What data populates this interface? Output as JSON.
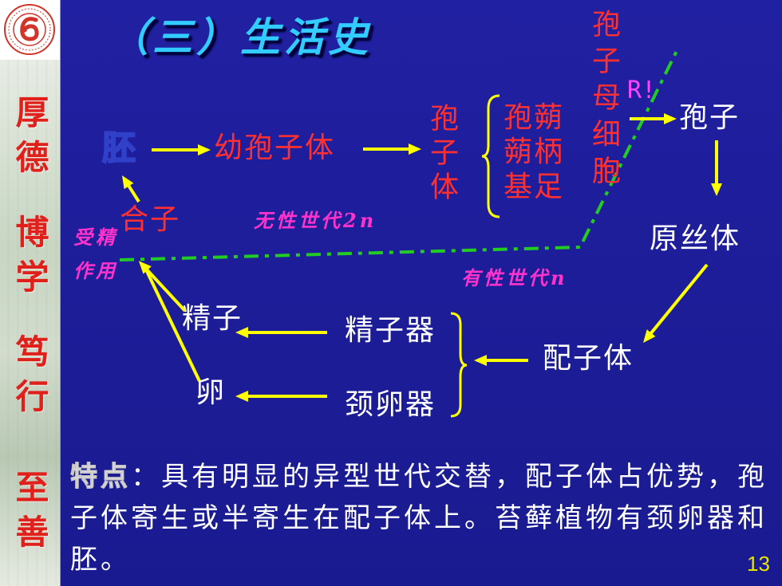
{
  "slide": {
    "title": "（三）生活史",
    "page_number": "13"
  },
  "sidebar": {
    "logo_icon": "university-logo-icon",
    "motto_pairs": [
      "厚德",
      "博学",
      "笃行",
      "至善"
    ]
  },
  "diagram": {
    "embryo": "胚",
    "young_sporophyte": "幼孢子体",
    "sporophyte": "孢子体",
    "sporophyte_parts": [
      "孢蒴",
      "蒴柄",
      "基足"
    ],
    "spore_mother_cell": "孢子母细胞",
    "meiosis_mark": "R!",
    "spore": "孢子",
    "protonema": "原丝体",
    "gametophyte": "配子体",
    "antheridium": "精子器",
    "archegonium": "颈卵器",
    "sperm": "精子",
    "egg": "卵",
    "zygote": "合子",
    "fertilization_lines": [
      "受精",
      "作用"
    ],
    "asexual_generation": "无性世代2n",
    "sexual_generation": "有性世代n"
  },
  "summary": {
    "label": "特点",
    "text": "：具有明显的异型世代交替，配子体占优势，孢子体寄生或半寄生在配子体上。苔藓植物有颈卵器和胚。"
  },
  "colors": {
    "background": "#2020a2",
    "background_deep": "#1a1a90",
    "title": "#33ccff",
    "node_red": "#ff3030",
    "node_white": "#ffffff",
    "arrow": "#ffff00",
    "generation_label": "#ff33cc",
    "meiosis_mark": "#ff44ff",
    "dashed_line": "#22cc22",
    "motto": "#e0201a",
    "page_number": "#e6e600",
    "logo": "#d2342a"
  }
}
